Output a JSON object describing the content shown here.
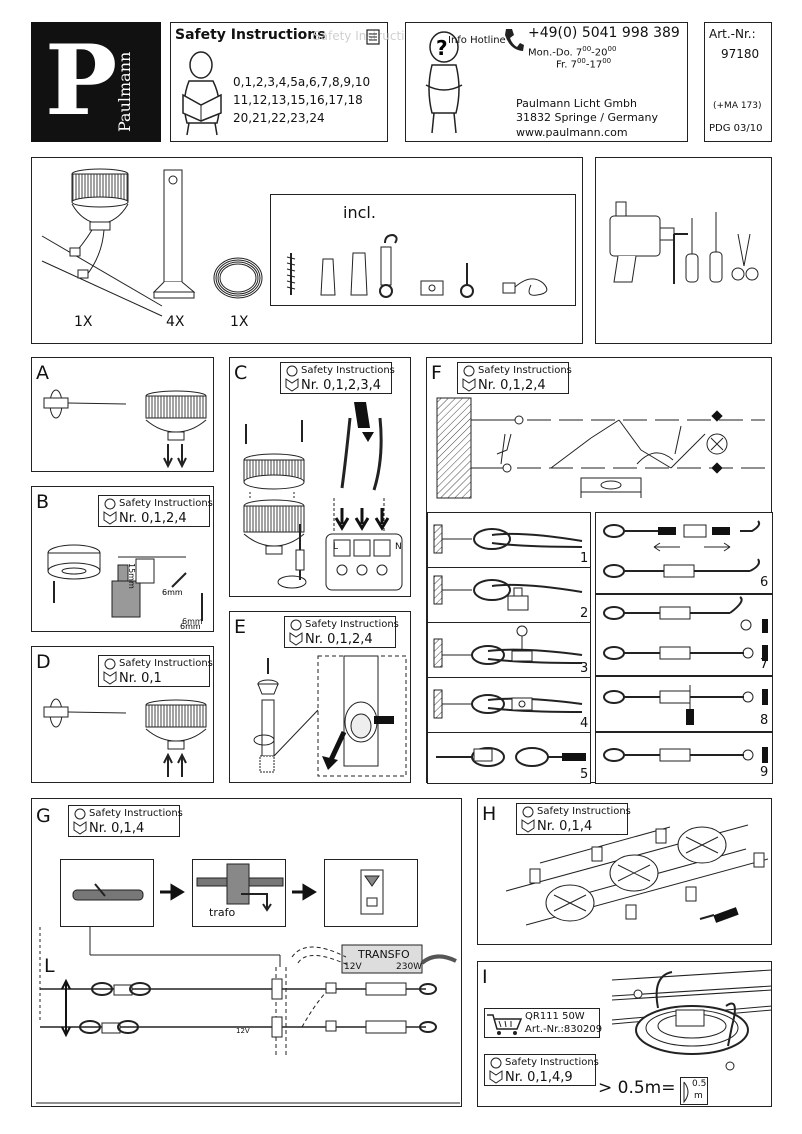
{
  "brand": {
    "initial": "P",
    "name": "Paulmann"
  },
  "safety_header": {
    "title": "Safety Instructions",
    "ghost": "Safety Instructions",
    "numbers_line1": "0,1,2,3,4,5a,6,7,8,9,10",
    "numbers_line2": "11,12,13,15,16,17,18",
    "numbers_line3": "20,21,22,23,24"
  },
  "hotline": {
    "label": "Info Hotline",
    "phone": "+49(0) 5041 998 389",
    "hours1": "Mon.-Do. 7",
    "hours1_sup1": "00",
    "hours1_mid": "-20",
    "hours1_sup2": "00",
    "hours2": "Fr. 7",
    "hours2_sup1": "00",
    "hours2_mid": "-17",
    "hours2_sup2": "00",
    "company": "Paulmann Licht Gmbh",
    "address": "31832  Springe / Germany",
    "web": "www.paulmann.com"
  },
  "article": {
    "label": "Art.-Nr.:",
    "number": "97180",
    "extra": "(+MA 173)",
    "pdg": "PDG 03/10"
  },
  "parts": {
    "qty1": "1X",
    "qty2": "4X",
    "qty3": "1X",
    "incl": "incl."
  },
  "steps": {
    "a": {
      "letter": "A"
    },
    "b": {
      "letter": "B",
      "si_title": "Safety Instructions",
      "si_nr": "Nr. 0,1,2,4",
      "mm6": "6mm",
      "mm15": "15mm"
    },
    "c": {
      "letter": "C",
      "si_title": "Safety Instructions",
      "si_nr": "Nr. 0,1,2,3,4",
      "l": "L",
      "n": "N"
    },
    "d": {
      "letter": "D",
      "si_title": "Safety Instructions",
      "si_nr": "Nr. 0,1"
    },
    "e": {
      "letter": "E",
      "si_title": "Safety Instructions",
      "si_nr": "Nr. 0,1,2,4"
    },
    "f": {
      "letter": "F",
      "si_title": "Safety Instructions",
      "si_nr": "Nr. 0,1,2,4",
      "sub": [
        "1",
        "2",
        "3",
        "4",
        "5",
        "6",
        "7",
        "8",
        "9"
      ]
    },
    "g": {
      "letter": "G",
      "si_title": "Safety Instructions",
      "si_nr": "Nr. 0,1,4",
      "trafo_label": "trafo",
      "transfo": "TRANSFO",
      "v12": "12V",
      "w230": "230W",
      "l_label": "L",
      "v12_small": "12V"
    },
    "h": {
      "letter": "H",
      "si_title": "Safety Instructions",
      "si_nr": "Nr. 0,1,4"
    },
    "i": {
      "letter": "I",
      "lamp": "QR111  50W",
      "art": "Art.-Nr.:830209",
      "si_title": "Safety Instructions",
      "si_nr": "Nr. 0,1,4,9",
      "distance": "> 0.5m=",
      "dist_box1": "0.5",
      "dist_box2": "m"
    }
  }
}
